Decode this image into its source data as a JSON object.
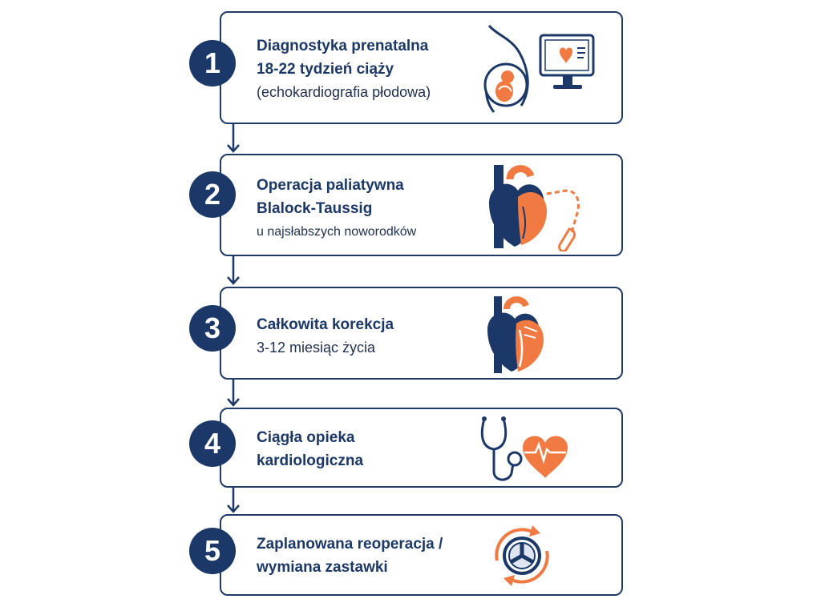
{
  "colors": {
    "navy": "#1b3868",
    "orange": "#f07a42",
    "light": "#ffffff"
  },
  "steps": [
    {
      "number": "1",
      "title_lines": [
        "Diagnostyka prenatalna",
        "18-22 tydzień ciąży"
      ],
      "subtitle": "(echokardiografia płodowa)",
      "icon": "pregnancy-ultrasound-monitor-icon"
    },
    {
      "number": "2",
      "title_lines": [
        "Operacja paliatywna",
        "Blalock-Taussig"
      ],
      "subtitle": "u najsłabszych noworodków",
      "icon": "heart-shunt-icon"
    },
    {
      "number": "3",
      "title_lines": [
        "Całkowita korekcja"
      ],
      "subtitle": "3-12 miesiąc życia",
      "icon": "heart-icon"
    },
    {
      "number": "4",
      "title_lines": [
        "Ciągła opieka",
        "kardiologiczna"
      ],
      "subtitle": "",
      "icon": "stethoscope-heart-icon"
    },
    {
      "number": "5",
      "title_lines": [
        "Zaplanowana reoperacja /",
        "wymiana zastawki"
      ],
      "subtitle": "",
      "icon": "valve-replacement-icon"
    }
  ]
}
